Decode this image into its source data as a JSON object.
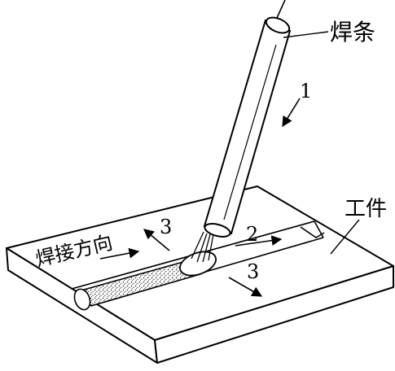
{
  "labels": {
    "electrode": "焊条",
    "workpiece": "工件",
    "direction": "焊接方向",
    "motion_1": "1",
    "motion_2": "2",
    "motion_3_left": "3",
    "motion_3_right": "3"
  },
  "colors": {
    "line": "#000000",
    "paper": "#ffffff",
    "bead": "#bdbdbd"
  }
}
